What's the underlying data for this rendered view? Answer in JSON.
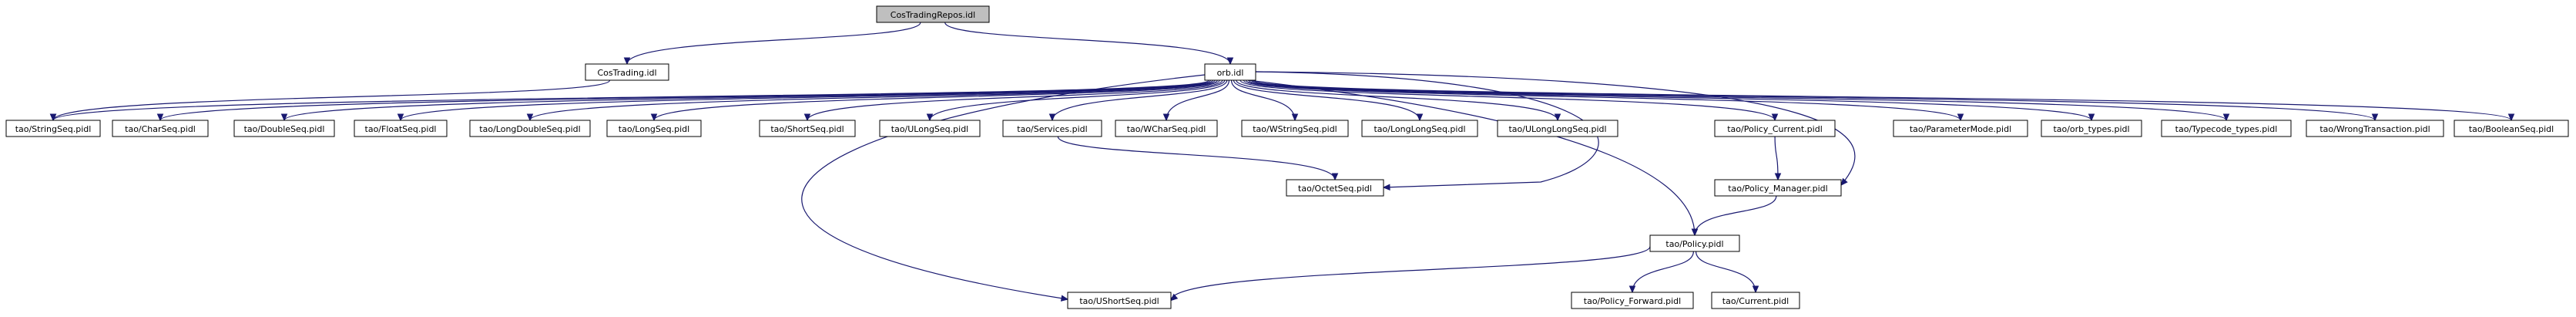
{
  "graph": {
    "colors": {
      "edge": "#191970",
      "root_fill": "#bfbfbf",
      "node_fill": "#ffffff",
      "node_stroke": "#000000"
    },
    "nodes": [
      {
        "id": "root",
        "label": "CosTradingRepos.idl",
        "root": true
      },
      {
        "id": "costrading",
        "label": "CosTrading.idl"
      },
      {
        "id": "orb",
        "label": "orb.idl"
      },
      {
        "id": "stringseq",
        "label": "tao/StringSeq.pidl"
      },
      {
        "id": "charseq",
        "label": "tao/CharSeq.pidl"
      },
      {
        "id": "doubleseq",
        "label": "tao/DoubleSeq.pidl"
      },
      {
        "id": "floatseq",
        "label": "tao/FloatSeq.pidl"
      },
      {
        "id": "longdoubleseq",
        "label": "tao/LongDoubleSeq.pidl"
      },
      {
        "id": "longseq",
        "label": "tao/LongSeq.pidl"
      },
      {
        "id": "shortseq",
        "label": "tao/ShortSeq.pidl"
      },
      {
        "id": "ulongseq",
        "label": "tao/ULongSeq.pidl"
      },
      {
        "id": "services",
        "label": "tao/Services.pidl"
      },
      {
        "id": "wcharseq",
        "label": "tao/WCharSeq.pidl"
      },
      {
        "id": "wstringseq",
        "label": "tao/WStringSeq.pidl"
      },
      {
        "id": "longlongseq",
        "label": "tao/LongLongSeq.pidl"
      },
      {
        "id": "ulonglongseq",
        "label": "tao/ULongLongSeq.pidl"
      },
      {
        "id": "policycurrent",
        "label": "tao/Policy_Current.pidl"
      },
      {
        "id": "parametermode",
        "label": "tao/ParameterMode.pidl"
      },
      {
        "id": "orbtypes",
        "label": "tao/orb_types.pidl"
      },
      {
        "id": "typecodetypes",
        "label": "tao/Typecode_types.pidl"
      },
      {
        "id": "wrongtransaction",
        "label": "tao/WrongTransaction.pidl"
      },
      {
        "id": "booleanseq",
        "label": "tao/BooleanSeq.pidl"
      },
      {
        "id": "octetseq",
        "label": "tao/OctetSeq.pidl"
      },
      {
        "id": "policymanager",
        "label": "tao/Policy_Manager.pidl"
      },
      {
        "id": "policy",
        "label": "tao/Policy.pidl"
      },
      {
        "id": "ushortseq",
        "label": "tao/UShortSeq.pidl"
      },
      {
        "id": "policyforward",
        "label": "tao/Policy_Forward.pidl"
      },
      {
        "id": "current",
        "label": "tao/Current.pidl"
      }
    ],
    "edges": [
      {
        "from": "root",
        "to": "costrading"
      },
      {
        "from": "root",
        "to": "orb"
      },
      {
        "from": "costrading",
        "to": "stringseq"
      },
      {
        "from": "orb",
        "to": "stringseq"
      },
      {
        "from": "orb",
        "to": "charseq"
      },
      {
        "from": "orb",
        "to": "doubleseq"
      },
      {
        "from": "orb",
        "to": "floatseq"
      },
      {
        "from": "orb",
        "to": "longdoubleseq"
      },
      {
        "from": "orb",
        "to": "longseq"
      },
      {
        "from": "orb",
        "to": "shortseq"
      },
      {
        "from": "orb",
        "to": "ulongseq"
      },
      {
        "from": "orb",
        "to": "services"
      },
      {
        "from": "orb",
        "to": "wcharseq"
      },
      {
        "from": "orb",
        "to": "wstringseq"
      },
      {
        "from": "orb",
        "to": "longlongseq"
      },
      {
        "from": "orb",
        "to": "ulonglongseq"
      },
      {
        "from": "orb",
        "to": "policycurrent"
      },
      {
        "from": "orb",
        "to": "parametermode"
      },
      {
        "from": "orb",
        "to": "orbtypes"
      },
      {
        "from": "orb",
        "to": "typecodetypes"
      },
      {
        "from": "orb",
        "to": "wrongtransaction"
      },
      {
        "from": "orb",
        "to": "booleanseq"
      },
      {
        "from": "orb",
        "to": "octetseq"
      },
      {
        "from": "orb",
        "to": "policymanager"
      },
      {
        "from": "orb",
        "to": "policy"
      },
      {
        "from": "orb",
        "to": "ushortseq"
      },
      {
        "from": "services",
        "to": "octetseq"
      },
      {
        "from": "policycurrent",
        "to": "policymanager"
      },
      {
        "from": "policymanager",
        "to": "policy"
      },
      {
        "from": "policy",
        "to": "ushortseq"
      },
      {
        "from": "policy",
        "to": "policyforward"
      },
      {
        "from": "policy",
        "to": "current"
      }
    ]
  }
}
